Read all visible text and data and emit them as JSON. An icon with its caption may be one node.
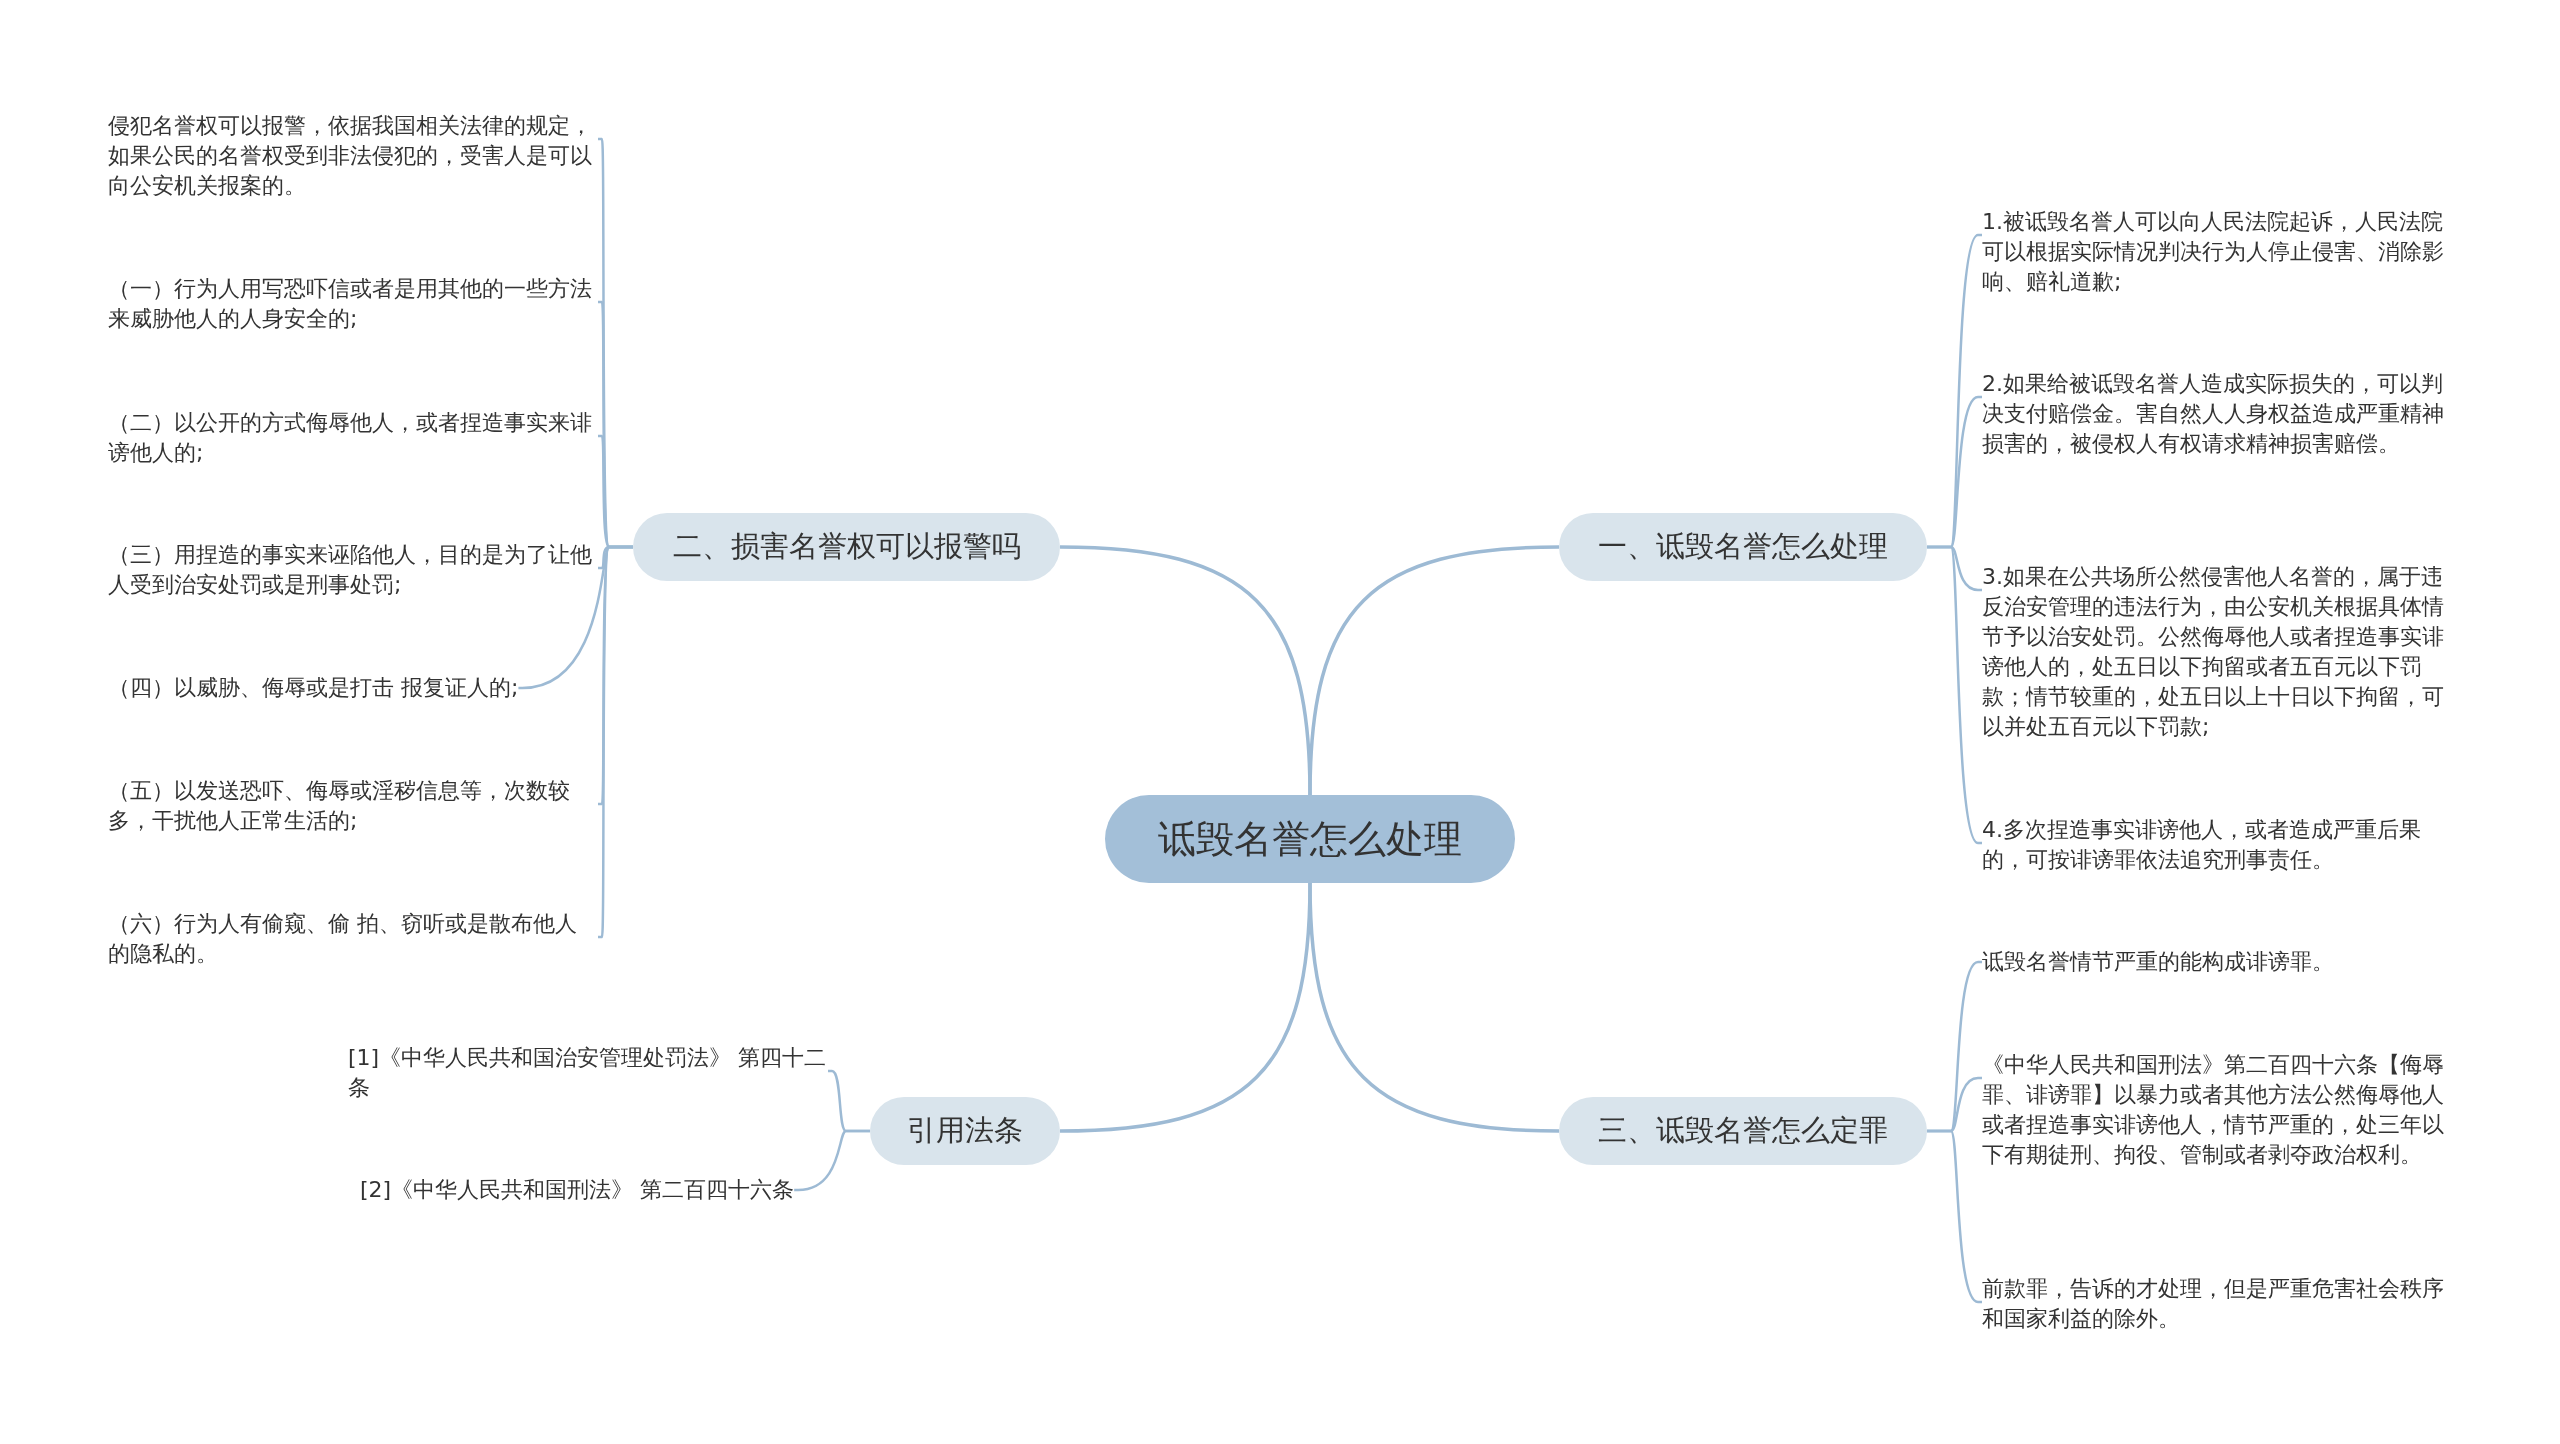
{
  "diagram": {
    "nodes": [
      {
        "text": [
          "诋毁名誉怎么处理"
        ]
      },
      {
        "text": [
          "二、损害名誉权可以报警吗"
        ]
      },
      {
        "text": [
          "侵犯名誉权可以报警，依据我国相关法律的规定，如果公民的名誉权受到非法侵犯的，受害人是可以向公安机关报案的。"
        ]
      },
      {
        "text": [
          "（一）行为人用写恐吓信或者是用其他的一些方法来威胁他人的人身安全的;"
        ]
      },
      {
        "text": [
          "（二）以公开的方式侮辱他人，或者捏造事实来诽谤他人的;"
        ]
      },
      {
        "text": [
          "（三）用捏造的事实来诬陷他人，目的是为了让他人受到治安处罚或是刑事处罚;"
        ]
      },
      {
        "text": [
          "（四）以威胁、侮辱或是打击 报复证人的;"
        ]
      },
      {
        "text": [
          "（五）以发送恐吓、侮辱或淫秽信息等，次数较多，干扰他人正常生活的;"
        ]
      },
      {
        "text": [
          "（六）行为人有偷窥、偷 拍、窃听或是散布他人的隐私的。"
        ]
      },
      {
        "text": [
          "一、诋毁名誉怎么处理"
        ]
      },
      {
        "text": [
          "1.被诋毁名誉人可以向人民法院起诉，人民法院可以根据实际情况判决行为人停止侵害、消除影响、赔礼道歉;"
        ]
      },
      {
        "text": [
          "2.如果给被诋毁名誉人造成实际损失的，可以判决支付赔偿金。害自然人人身权益造成严重精神损害的，被侵权人有权请求精神损害赔偿。"
        ]
      },
      {
        "text": [
          "3.如果在公共场所公然侵害他人名誉的，属于违反治安管理的违法行为，由公安机关根据具体情节予以治安处罚。公然侮辱他人或者捏造事实诽谤他人的，处五日以下拘留或者五百元以下罚款；情节较重的，处五日以上十日以下拘留，可以并处五百元以下罚款;"
        ]
      },
      {
        "text": [
          "4.多次捏造事实诽谤他人，或者造成严重后果的，可按诽谤罪依法追究刑事责任。"
        ]
      },
      {
        "text": [
          "引用法条"
        ]
      },
      {
        "text": [
          "[1]《中华人民共和国治安管理处罚法》 第四十二条"
        ]
      },
      {
        "text": [
          "[2]《中华人民共和国刑法》 第二百四十六条"
        ]
      },
      {
        "text": [
          "三、诋毁名誉怎么定罪"
        ]
      },
      {
        "text": [
          "诋毁名誉情节严重的能构成诽谤罪。"
        ]
      },
      {
        "text": [
          "《中华人民共和国刑法》第二百四十六条【侮辱罪、诽谤罪】以暴力或者其他方法公然侮辱他人或者捏造事实诽谤他人，情节严重的，处三年以下有期徒刑、拘役、管制或者剥夺政治权利。"
        ]
      },
      {
        "text": [
          "前款罪，告诉的才处理，但是严重危害社会秩序和国家利益的除外。"
        ]
      }
    ],
    "edges": [
      {
        "from": 0,
        "to": 1,
        "arrow": "none"
      },
      {
        "from": 1,
        "to": 2,
        "arrow": "none"
      },
      {
        "from": 1,
        "to": 3,
        "arrow": "none"
      },
      {
        "from": 1,
        "to": 4,
        "arrow": "none"
      },
      {
        "from": 1,
        "to": 5,
        "arrow": "none"
      },
      {
        "from": 1,
        "to": 6,
        "arrow": "none"
      },
      {
        "from": 1,
        "to": 7,
        "arrow": "none"
      },
      {
        "from": 1,
        "to": 8,
        "arrow": "none"
      },
      {
        "from": 0,
        "to": 9,
        "arrow": "none"
      },
      {
        "from": 9,
        "to": 10,
        "arrow": "none"
      },
      {
        "from": 9,
        "to": 11,
        "arrow": "none"
      },
      {
        "from": 9,
        "to": 12,
        "arrow": "none"
      },
      {
        "from": 9,
        "to": 13,
        "arrow": "none"
      },
      {
        "from": 0,
        "to": 14,
        "arrow": "none"
      },
      {
        "from": 14,
        "to": 15,
        "arrow": "none"
      },
      {
        "from": 14,
        "to": 16,
        "arrow": "none"
      },
      {
        "from": 0,
        "to": 17,
        "arrow": "none"
      },
      {
        "from": 17,
        "to": 18,
        "arrow": "none"
      },
      {
        "from": 17,
        "to": 19,
        "arrow": "none"
      },
      {
        "from": 17,
        "to": 20,
        "arrow": "none"
      }
    ]
  }
}
